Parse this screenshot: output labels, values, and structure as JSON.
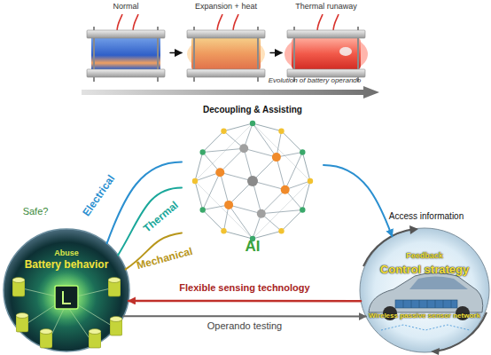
{
  "diagram": {
    "nodes": [
      {
        "text": [
          "Normal"
        ]
      },
      {
        "text": [
          "Expansion + heat"
        ]
      },
      {
        "text": [
          "Thermal runaway"
        ]
      },
      {
        "text": [
          "Decoupling & Assisting",
          "AI"
        ]
      },
      {
        "text": [
          "Abuse",
          "Battery behavior"
        ]
      },
      {
        "text": [
          "Feedback",
          "Control strategy",
          "Wireless passive sensor network"
        ]
      }
    ],
    "edges": [
      {
        "from": 0,
        "to": 1,
        "arrow": "to"
      },
      {
        "from": 1,
        "to": 2,
        "arrow": "to"
      },
      {
        "from": 4,
        "to": 3,
        "label": "Electrical",
        "arrow": "none"
      },
      {
        "from": 4,
        "to": 3,
        "label": "Thermal",
        "arrow": "none"
      },
      {
        "from": 4,
        "to": 3,
        "label": "Mechanical",
        "arrow": "none"
      },
      {
        "from": 3,
        "to": 5,
        "label": "Access information",
        "arrow": "to"
      },
      {
        "from": 5,
        "to": 4,
        "label": "Flexible sensing technology",
        "arrow": "to"
      },
      {
        "from": 4,
        "to": 5,
        "label": "Operando testing",
        "arrow": "to"
      }
    ],
    "labels": [
      "Evolution of battery operando",
      "Safe?"
    ]
  }
}
